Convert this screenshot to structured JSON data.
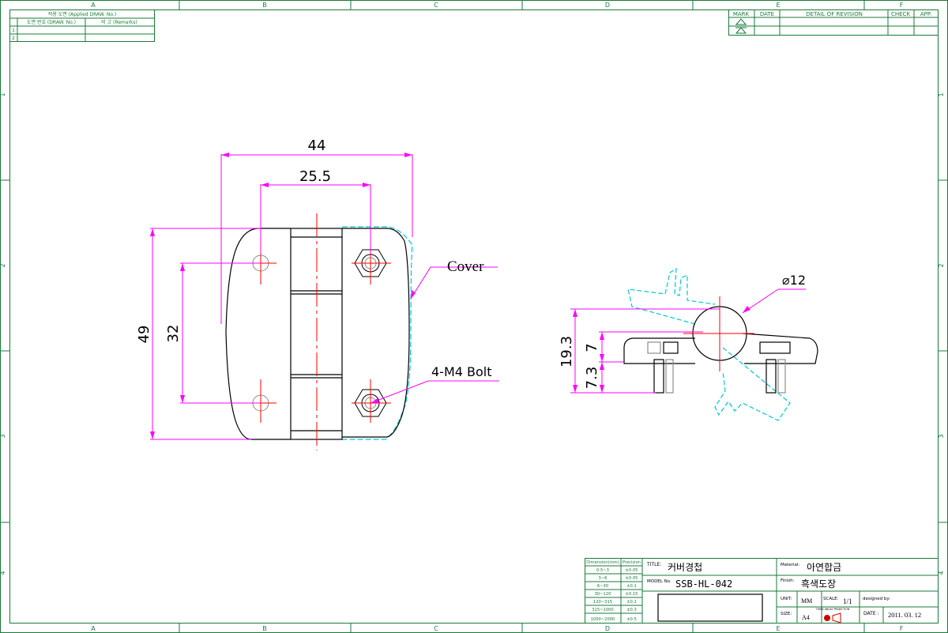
{
  "border": {
    "top_columns": [
      "A",
      "B",
      "C",
      "D",
      "E",
      "F"
    ],
    "bottom_columns": [
      "A",
      "B",
      "C",
      "D",
      "E",
      "F"
    ],
    "left_rows": [
      "1",
      "2",
      "3",
      "4"
    ],
    "right_rows": [
      "1",
      "2",
      "3",
      "4"
    ]
  },
  "applied_drawing": {
    "title": "적용 도면 (Applied DRAW. No.)",
    "col_drawing_no": "도면 번호 (DRAW. No.)",
    "col_remarks": "비 고 (Remarks)",
    "rows": [
      "1",
      "2"
    ]
  },
  "revision": {
    "headers": [
      "MARK",
      "DATE",
      "DETAIL OF REVISION",
      "CHECK",
      "APP."
    ]
  },
  "dimensions": {
    "width_44": "44",
    "hole_pitch_25_5": "25.5",
    "height_49": "49",
    "hole_pitch_32": "32",
    "height_19_3": "19.3",
    "offset_7": "7",
    "offset_7_3": "7.3",
    "diameter_12": "⌀12"
  },
  "callouts": {
    "cover": "Cover",
    "bolt": "4-M4 Bolt"
  },
  "title_block": {
    "tolerance_headers": [
      "Dimension(mm)",
      "Precision"
    ],
    "tolerances": [
      [
        "0.5~3",
        "±0.05"
      ],
      [
        "3~6",
        "±0.05"
      ],
      [
        "6~30",
        "±0.1"
      ],
      [
        "30~120",
        "±0.15"
      ],
      [
        "120~315",
        "±0.2"
      ],
      [
        "315~1000",
        "±0.3"
      ],
      [
        "1000~2000",
        "±0.5"
      ]
    ],
    "title_label": "TITLE:",
    "title_value": "커버경첩",
    "model_label": "MODEL No.",
    "model_value": "SSB-HL-042",
    "material_label": "Material:",
    "material_value": "아연합금",
    "finish_label": "Finish:",
    "finish_value": "흑색도장",
    "unit_label": "UNIT:",
    "unit_value": "MM",
    "scale_label": "SCALE:",
    "scale_value": "1/1",
    "designed_label": "designed by:",
    "size_label": "SIZE:",
    "size_value": "A4",
    "projection_label": "THIRD ANGLE PROJECTION",
    "date_label": "DATE :",
    "date_value": "2011. 03. 12"
  },
  "colors": {
    "frame": "#1a7a3a",
    "dimension": "#ff00ff",
    "centerline": "#ff0000",
    "cover": "#00c8d8",
    "outline": "#000000",
    "hidden": "#8c8c8c"
  }
}
